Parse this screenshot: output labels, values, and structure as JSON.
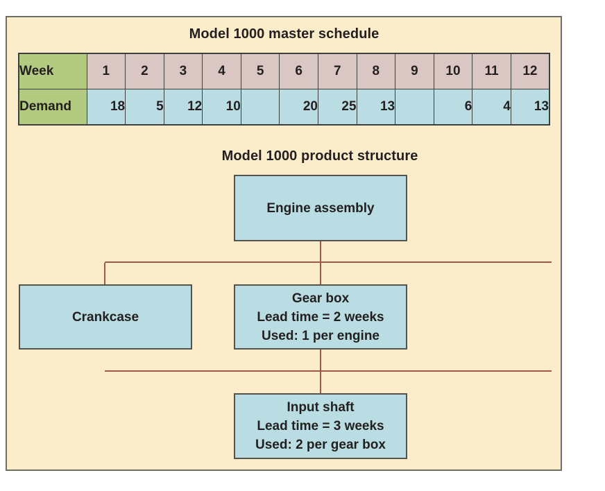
{
  "master_schedule": {
    "title": "Model 1000 master schedule",
    "week_label": "Week",
    "demand_label": "Demand",
    "weeks": [
      "1",
      "2",
      "3",
      "4",
      "5",
      "6",
      "7",
      "8",
      "9",
      "10",
      "11",
      "12"
    ],
    "demand": [
      "18",
      "5",
      "12",
      "10",
      "",
      "20",
      "25",
      "13",
      "",
      "6",
      "4",
      "13"
    ]
  },
  "product_structure": {
    "title": "Model 1000 product structure",
    "nodes": {
      "engine": {
        "line1": "Engine assembly"
      },
      "crankcase": {
        "line1": "Crankcase"
      },
      "gearbox": {
        "line1": "Gear box",
        "line2": "Lead time = 2 weeks",
        "line3": "Used: 1 per engine"
      },
      "inputshaft": {
        "line1": "Input shaft",
        "line2": "Lead time = 3 weeks",
        "line3": "Used: 2 per gear box"
      }
    }
  },
  "colors": {
    "panel_background": "#fbedca",
    "label_cell_green": "#b2cb80",
    "week_cell_mauve": "#dac7c4",
    "demand_cell_blue": "#b9dde2",
    "node_fill_blue": "#b9dde2",
    "connector_brown": "#a05948",
    "table_border": "#3f3f3f",
    "panel_border": "#6e6e67",
    "text_color": "#231f20"
  }
}
